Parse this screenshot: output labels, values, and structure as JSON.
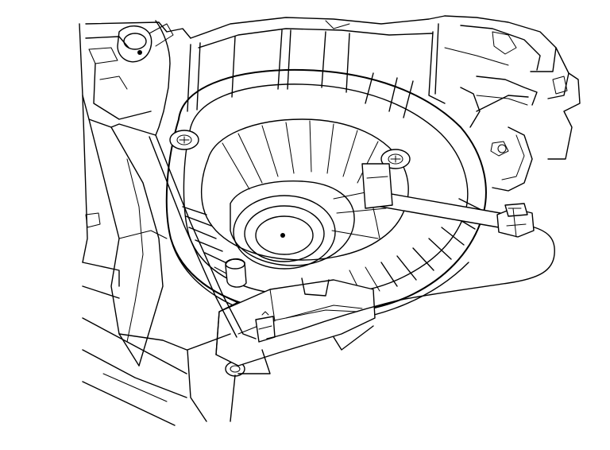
{
  "figure": {
    "kind": "technical line illustration",
    "background_color": "#ffffff",
    "line_color": "#000000",
    "components": [
      "hvac-housing",
      "blower-scroll-housing",
      "blower-motor",
      "mounting-screw",
      "blower-resistor",
      "wiring-harness",
      "electrical-connector"
    ]
  }
}
